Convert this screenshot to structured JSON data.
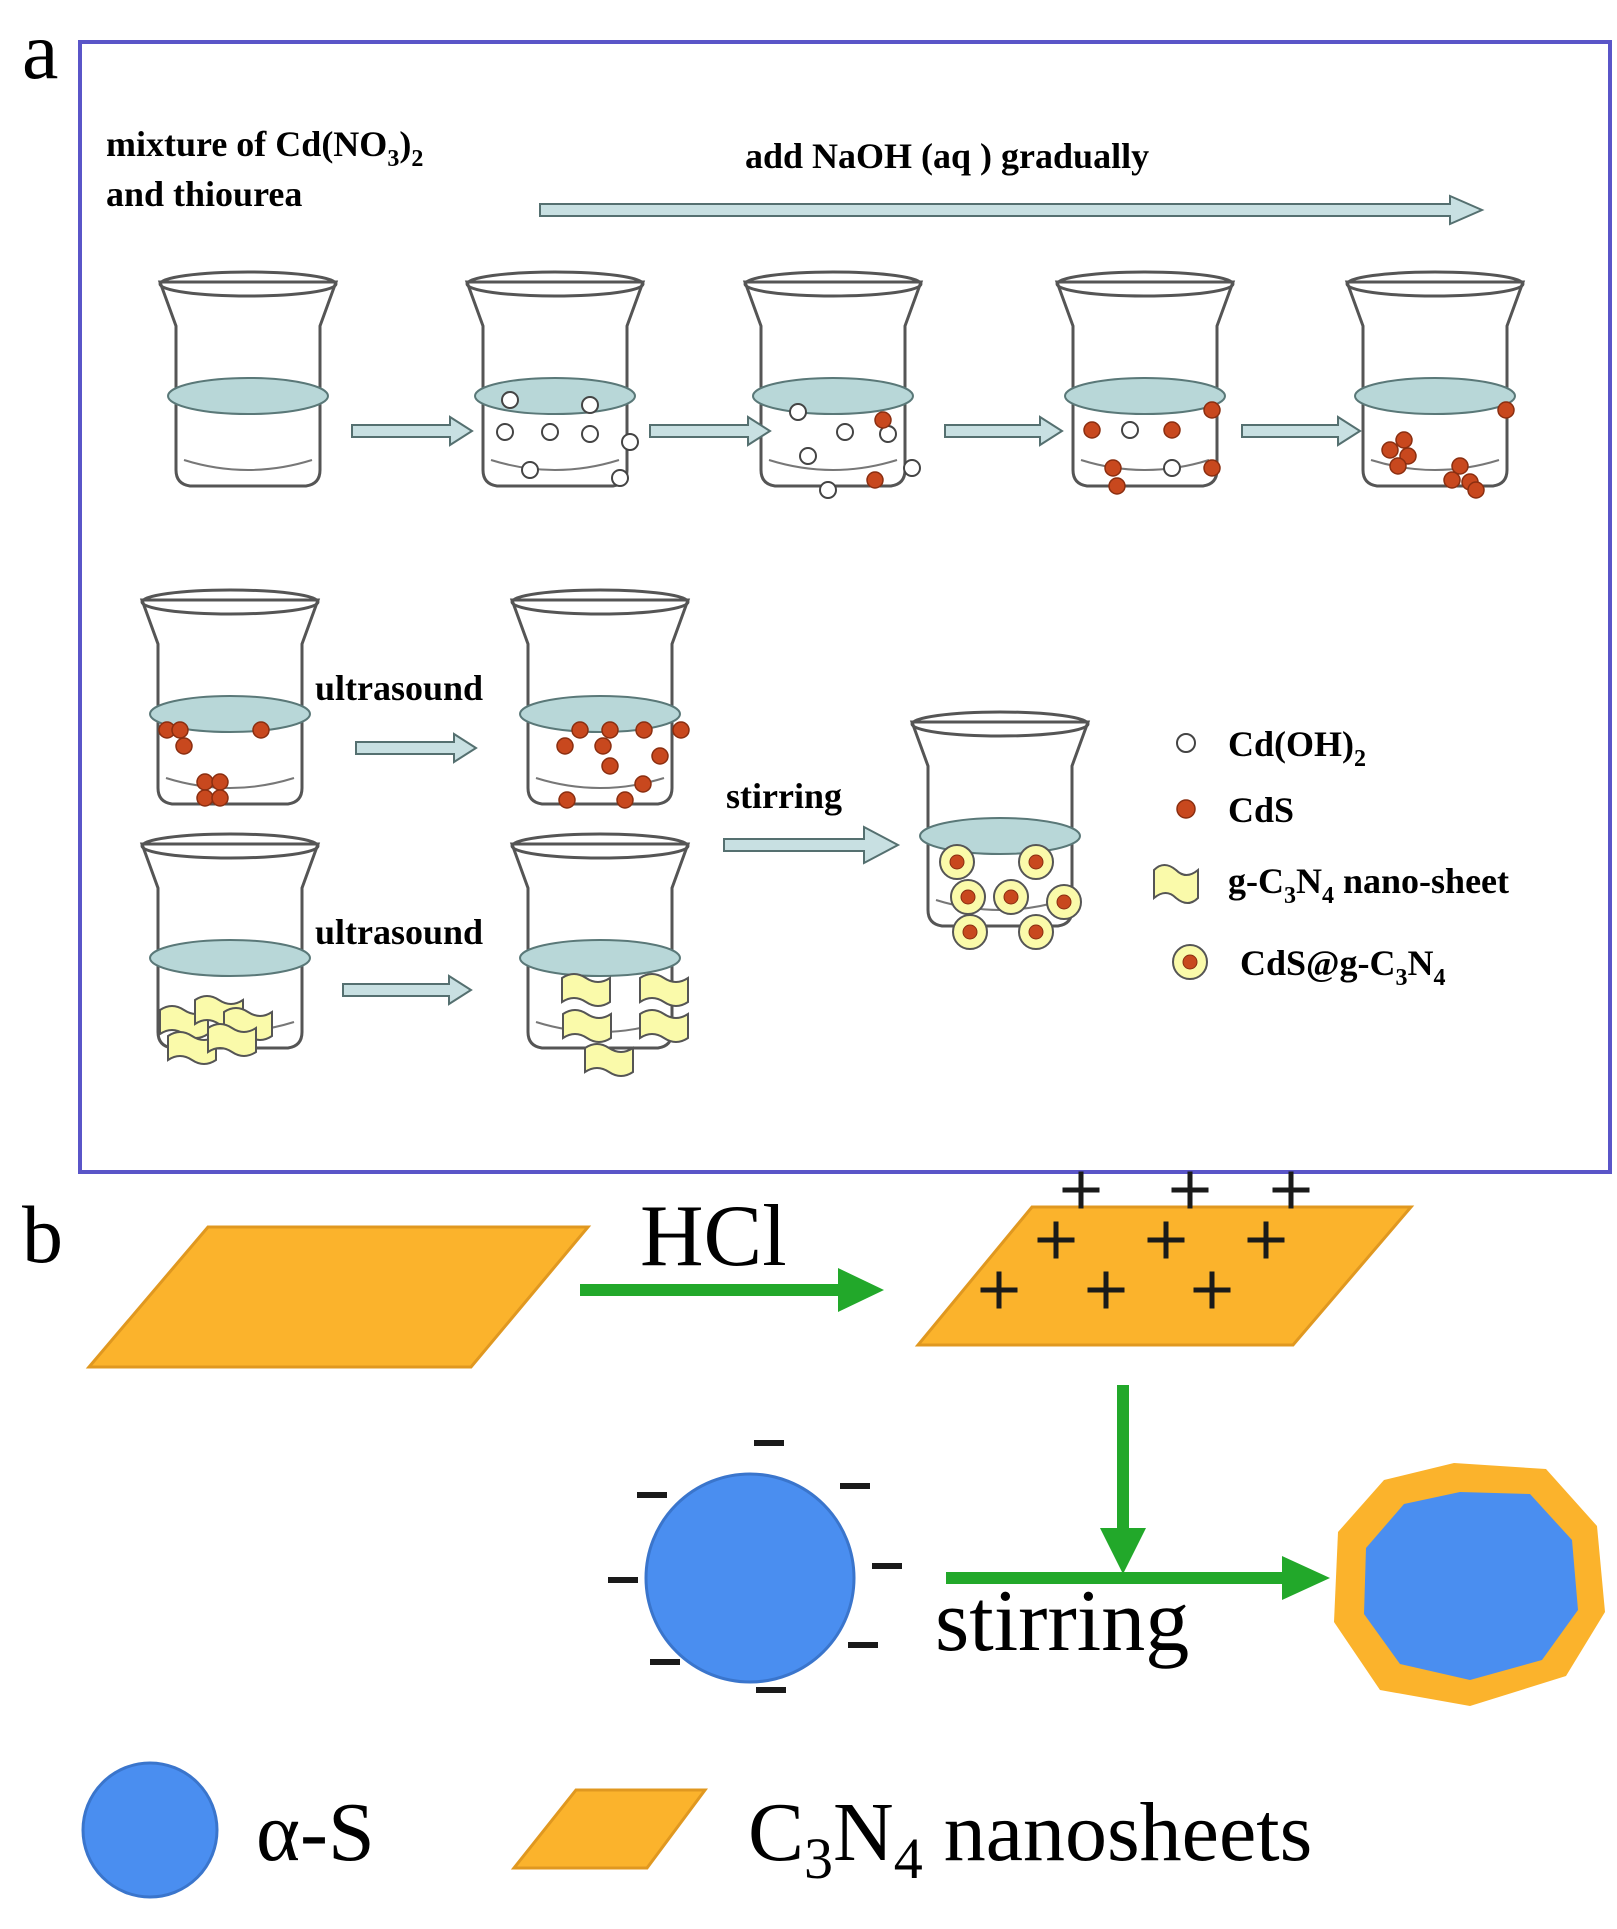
{
  "panel_a": {
    "letter": "a",
    "start_label_line1": "mixture of Cd(NO",
    "start_label_sub": "3",
    "start_label_close": ")",
    "start_label_sub2": "2",
    "start_label_line2": "and thiourea",
    "top_step": "add  NaOH (aq ) gradually",
    "ultrasound_1": "ultrasound",
    "ultrasound_2": "ultrasound",
    "stirring": "stirring",
    "legend": {
      "cdoh2_main": "Cd(OH)",
      "cdoh2_sub": "2",
      "cds": "CdS",
      "sheet_pre": "g-C",
      "sheet_sub1": "3",
      "sheet_mid": "N",
      "sheet_sub2": "4",
      "sheet_post": " nano-sheet",
      "composite_pre": "CdS@g-C",
      "composite_sub1": "3",
      "composite_mid": "N",
      "composite_sub2": "4"
    }
  },
  "panel_b": {
    "letter": "b",
    "acid": "HCl",
    "stirring": "stirring",
    "legend": {
      "sphere": "α-S",
      "sheet_pre": "C",
      "sheet_sub1": "3",
      "sheet_mid": "N",
      "sheet_sub2": "4",
      "sheet_post": " nanosheets"
    }
  },
  "colors": {
    "frame": "#5a55c8",
    "liquid": "#b8d7d8",
    "cds": "#c8481e",
    "sheet_yellow": "#fafaaa",
    "process_arrow": "#c8e0e2",
    "green_arrow": "#22a82a",
    "c3n4_orange": "#fbb32c",
    "sulfur_blue": "#4a8ef0"
  }
}
